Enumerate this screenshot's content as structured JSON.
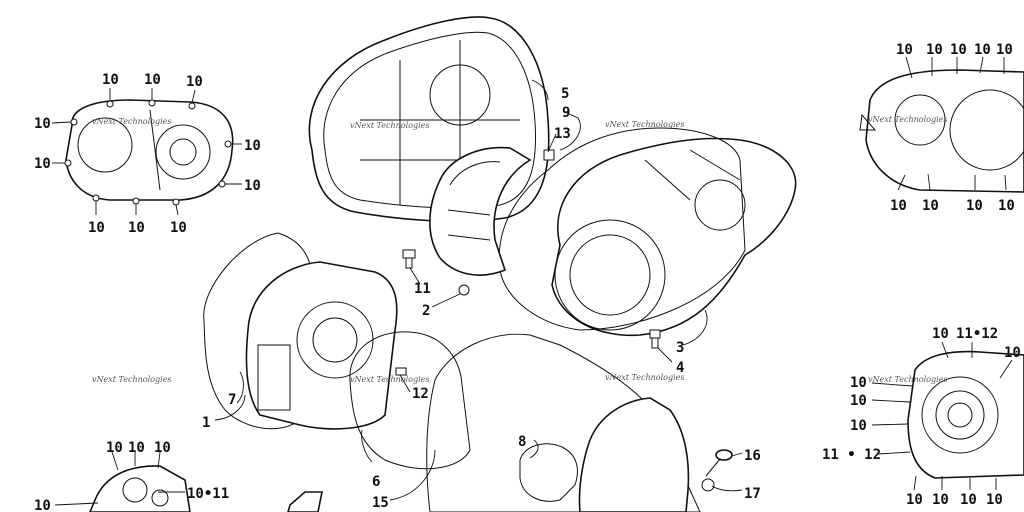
{
  "watermark": "vNext Technologies",
  "callouts": {
    "c10": "10",
    "c10_11": "10•11",
    "c11_12": "11•12",
    "c11_12b": "11 • 12",
    "c1": "1",
    "c2": "2",
    "c3": "3",
    "c4": "4",
    "c5": "5",
    "c6": "6",
    "c7": "7",
    "c8": "8",
    "c9": "9",
    "c11": "11",
    "c12": "12",
    "c13": "13",
    "c15": "15",
    "c16": "16",
    "c17": "17"
  }
}
